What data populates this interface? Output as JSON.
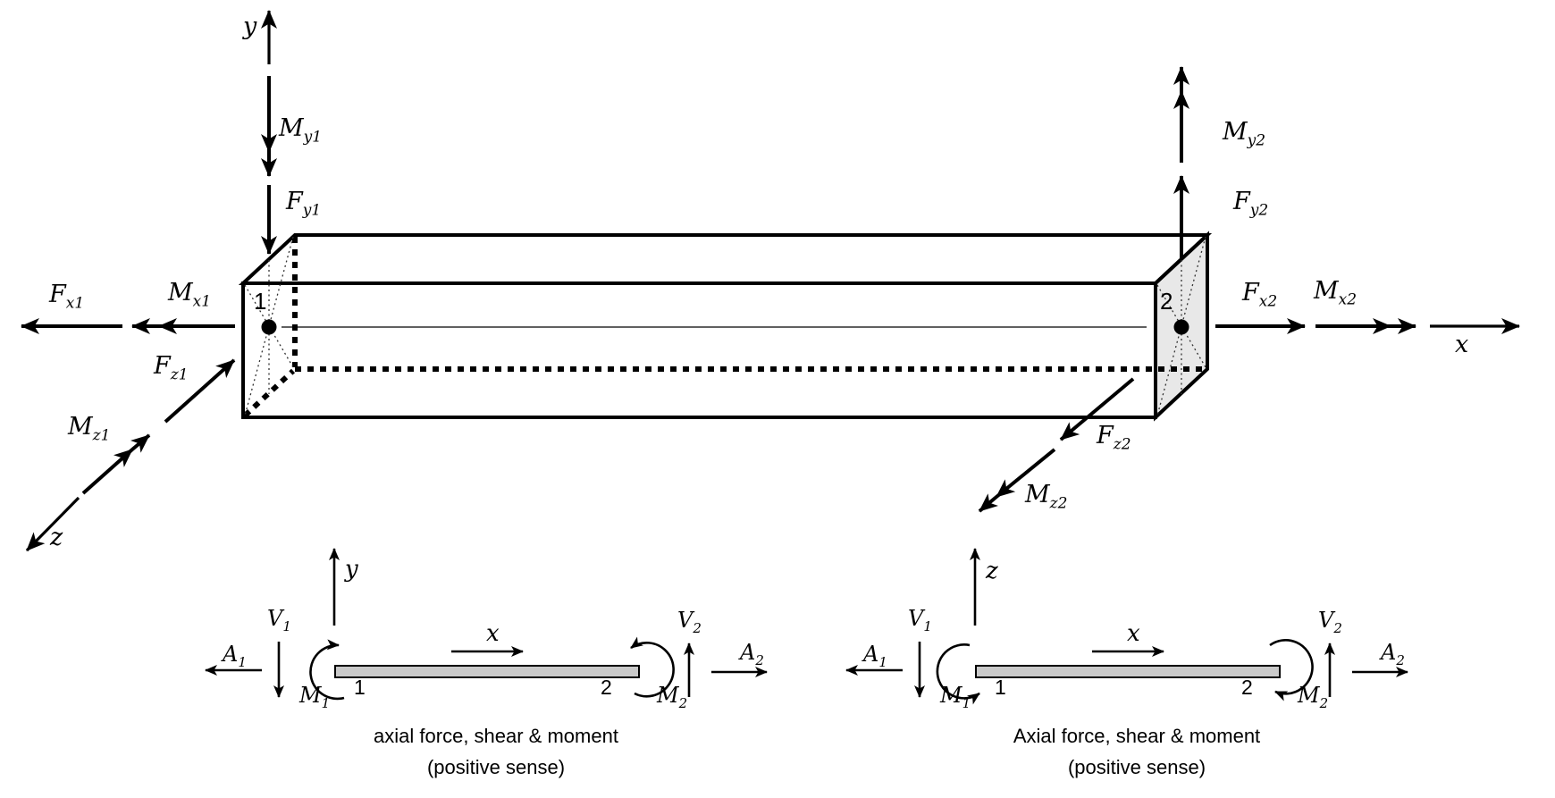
{
  "main_diagram": {
    "node1": "1",
    "node2": "2",
    "axes": {
      "x": "x",
      "y": "y",
      "z": "z"
    },
    "labels": {
      "fx1": {
        "main": "F",
        "sub": "x1"
      },
      "mx1": {
        "main": "M",
        "sub": "x1"
      },
      "fy1": {
        "main": "F",
        "sub": "y1"
      },
      "my1": {
        "main": "M",
        "sub": "y1"
      },
      "fz1": {
        "main": "F",
        "sub": "z1"
      },
      "mz1": {
        "main": "M",
        "sub": "z1"
      },
      "fx2": {
        "main": "F",
        "sub": "x2"
      },
      "mx2": {
        "main": "M",
        "sub": "x2"
      },
      "fy2": {
        "main": "F",
        "sub": "y2"
      },
      "my2": {
        "main": "M",
        "sub": "y2"
      },
      "fz2": {
        "main": "F",
        "sub": "z2"
      },
      "mz2": {
        "main": "M",
        "sub": "z2"
      }
    }
  },
  "xy_diagram": {
    "node1": "1",
    "node2": "2",
    "axes": {
      "x": "x",
      "y": "y"
    },
    "labels": {
      "v1": {
        "main": "V",
        "sub": "1"
      },
      "a1": {
        "main": "A",
        "sub": "1"
      },
      "m1": {
        "main": "M",
        "sub": "1"
      },
      "v2": {
        "main": "V",
        "sub": "2"
      },
      "a2": {
        "main": "A",
        "sub": "2"
      },
      "m2": {
        "main": "M",
        "sub": "2"
      }
    },
    "caption_line1": "axial force, shear & moment",
    "caption_line2": "(positive sense)"
  },
  "xz_diagram": {
    "node1": "1",
    "node2": "2",
    "axes": {
      "x": "x",
      "z": "z"
    },
    "labels": {
      "v1": {
        "main": "V",
        "sub": "1"
      },
      "a1": {
        "main": "A",
        "sub": "1"
      },
      "m1": {
        "main": "M",
        "sub": "1"
      },
      "v2": {
        "main": "V",
        "sub": "2"
      },
      "a2": {
        "main": "A",
        "sub": "2"
      },
      "m2": {
        "main": "M",
        "sub": "2"
      }
    },
    "caption_line1": "Axial force, shear & moment",
    "caption_line2": "(positive sense)"
  },
  "colors": {
    "ink": "#000000",
    "end_face_shade": "#e8e8e8",
    "bar_fill": "#c9c9c9"
  }
}
